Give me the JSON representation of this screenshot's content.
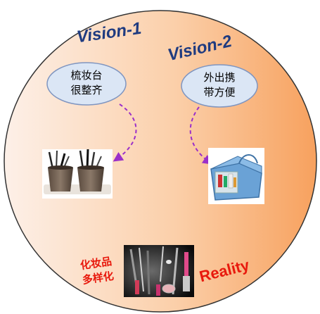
{
  "vision1": {
    "title": "Vision-1",
    "lines": [
      "梳妆台",
      "很整齐"
    ]
  },
  "vision2": {
    "title": "Vision-2",
    "lines": [
      "外出携",
      "带方便"
    ]
  },
  "reality": {
    "title": "Reality",
    "lines": [
      "化妆品",
      "多样化"
    ]
  },
  "colors": {
    "circle_left": "#fbe7dc",
    "circle_right": "#f7a86a",
    "ellipse_fill": "#dbe6f5",
    "ellipse_stroke": "#7f95c0",
    "arrow": "#9b2fc9",
    "vision_text": "#1f3b80",
    "reality_text": "#e8190d"
  }
}
